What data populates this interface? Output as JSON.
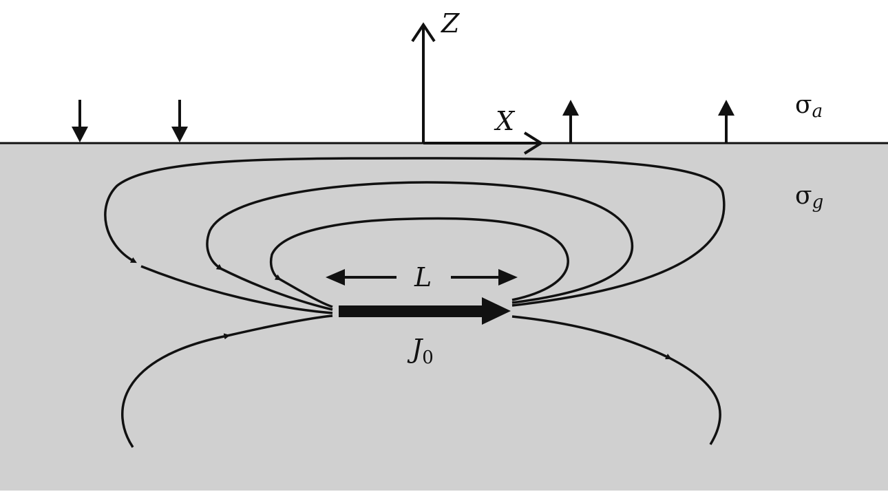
{
  "labels": {
    "z_axis": "Z",
    "x_axis": "X",
    "length": "L",
    "current": "J",
    "current_sub": "0",
    "air_sigma": "σ",
    "air_sub": "a",
    "ground_sigma": "σ",
    "ground_sub": "g"
  },
  "colors": {
    "air": "#ffffff",
    "ground": "#d0d0d0",
    "ink": "#111111"
  }
}
